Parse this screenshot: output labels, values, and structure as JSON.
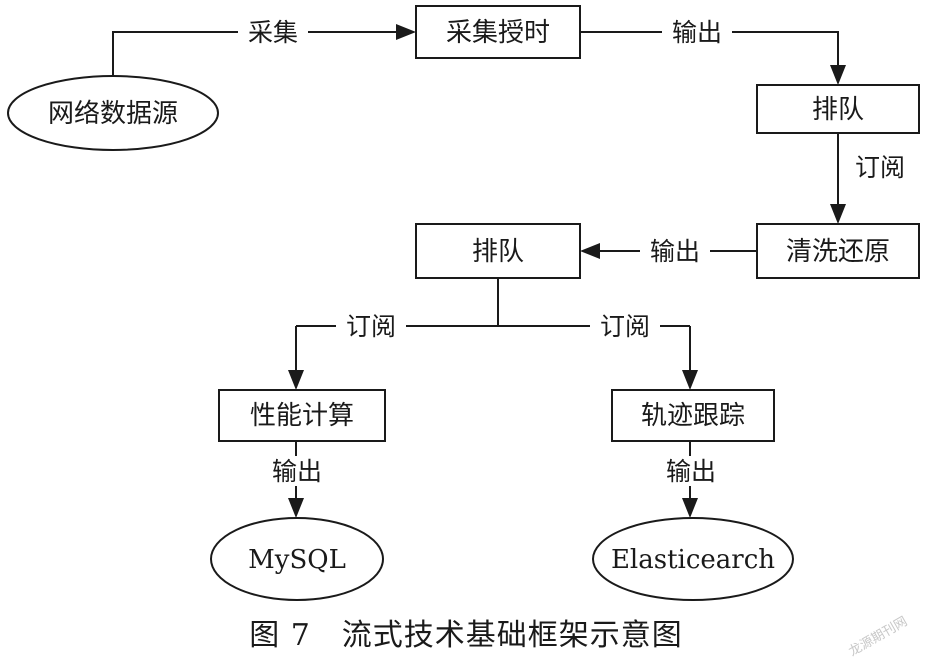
{
  "nodes": {
    "source": "网络数据源",
    "collect_time": "采集授时",
    "queue1": "排队",
    "clean": "清洗还原",
    "queue2": "排队",
    "perf": "性能计算",
    "track": "轨迹跟踪",
    "mysql": "MySQL",
    "es": "Elasticearch"
  },
  "edges": {
    "collect": "采集",
    "out1": "输出",
    "sub1": "订阅",
    "out2": "输出",
    "sub_left": "订阅",
    "sub_right": "订阅",
    "out_left": "输出",
    "out_right": "输出"
  },
  "caption": "图 7　流式技术基础框架示意图",
  "watermark": "龙源期刊网"
}
